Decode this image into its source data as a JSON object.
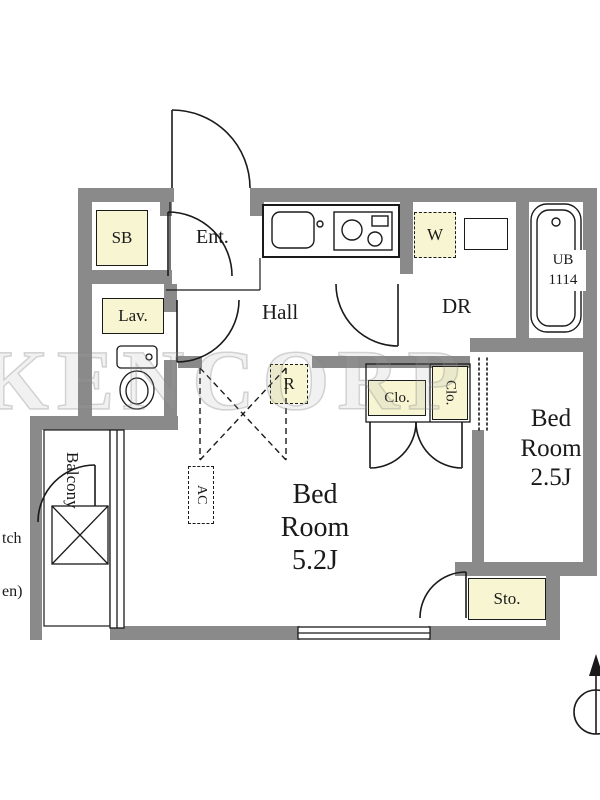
{
  "watermark": {
    "text": "KENCORP"
  },
  "labels": {
    "sb": "SB",
    "ent": "Ent.",
    "hall": "Hall",
    "lav": "Lav.",
    "washer": "W",
    "dr": "DR",
    "ub_line1": "UB",
    "ub_line2": "1114",
    "fridge": "R",
    "closet1": "Clo.",
    "closet2": "Clo.",
    "bed_main_line1": "Bed",
    "bed_main_line2": "Room",
    "bed_main_line3": "5.2J",
    "bed_small_line1": "Bed",
    "bed_small_line2": "Room",
    "bed_small_line3": "2.5J",
    "ac": "AC",
    "balcony": "Balcony",
    "kitchen_line1": "tch",
    "kitchen_line2": "en)",
    "storage": "Sto."
  },
  "colors": {
    "wall": "#8a8a8a",
    "highlight": "#f8f6d2",
    "line": "#1a1a1a"
  }
}
